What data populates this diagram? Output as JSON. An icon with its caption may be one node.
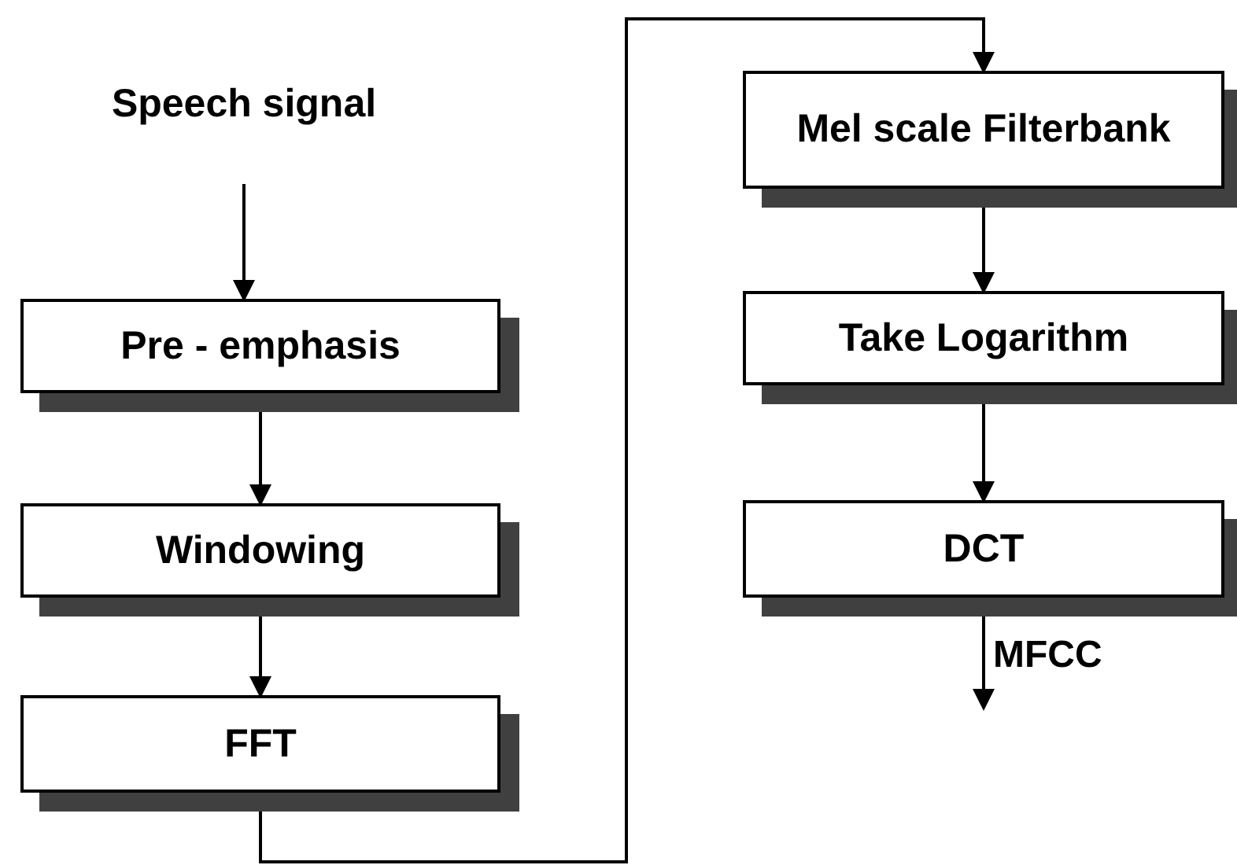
{
  "diagram": {
    "nodes": [
      {
        "text": [
          "Speech signal"
        ]
      },
      {
        "text": [
          "Pre - emphasis"
        ]
      },
      {
        "text": [
          "Windowing"
        ]
      },
      {
        "text": [
          "FFT"
        ]
      },
      {
        "text": [
          "Mel scale Filterbank"
        ]
      },
      {
        "text": [
          "Take Logarithm"
        ]
      },
      {
        "text": [
          "DCT"
        ]
      }
    ],
    "edges": [
      {
        "from": 0,
        "to": 1,
        "arrow": "to"
      },
      {
        "from": 1,
        "to": 2,
        "arrow": "to"
      },
      {
        "from": 2,
        "to": 3,
        "arrow": "to"
      },
      {
        "from": 3,
        "to": 4,
        "arrow": "to"
      },
      {
        "from": 4,
        "to": 5,
        "arrow": "to"
      },
      {
        "from": 5,
        "to": 6,
        "arrow": "to"
      },
      {
        "from": 6,
        "to": null,
        "arrow": "to",
        "label": "MFCC"
      }
    ]
  }
}
